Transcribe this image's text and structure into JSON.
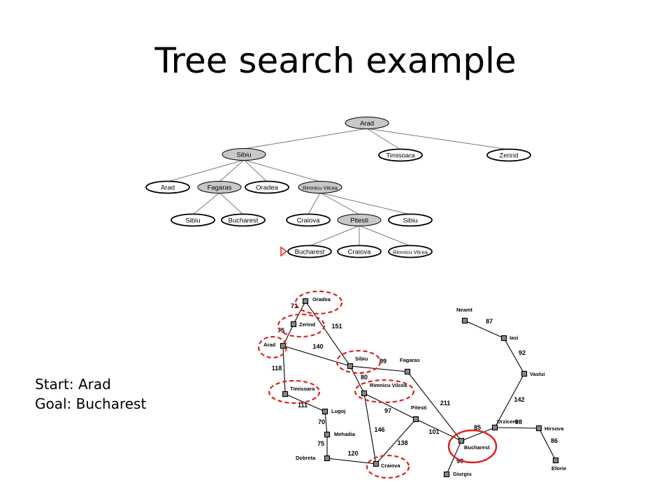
{
  "title": "Tree search example",
  "info": {
    "start": "Start: Arad",
    "goal": "Goal: Bucharest"
  },
  "colors": {
    "expanded_fill": "#c8c8c8",
    "unexpanded_fill": "#ffffff",
    "highlight": "#e0201b",
    "line": "#7a7a7a"
  },
  "tree": {
    "nodes": [
      {
        "id": "n1",
        "label": "Arad",
        "expanded": true
      },
      {
        "id": "n2",
        "label": "Sibiu",
        "expanded": true
      },
      {
        "id": "n3",
        "label": "Timisoara",
        "expanded": false
      },
      {
        "id": "n4",
        "label": "Zerind",
        "expanded": false
      },
      {
        "id": "n5",
        "label": "Arad",
        "expanded": false
      },
      {
        "id": "n6",
        "label": "Fagaras",
        "expanded": true
      },
      {
        "id": "n7",
        "label": "Oradea",
        "expanded": false
      },
      {
        "id": "n8",
        "label": "Rimnicu Vilcea",
        "expanded": true
      },
      {
        "id": "n9",
        "label": "Sibiu",
        "expanded": false
      },
      {
        "id": "n10",
        "label": "Bucharest",
        "expanded": false
      },
      {
        "id": "n11",
        "label": "Craiova",
        "expanded": false
      },
      {
        "id": "n12",
        "label": "Pitesti",
        "expanded": true
      },
      {
        "id": "n13",
        "label": "Sibiu",
        "expanded": false
      },
      {
        "id": "n14",
        "label": "Bucharest",
        "expanded": false,
        "goal_marker": true
      },
      {
        "id": "n15",
        "label": "Craiova",
        "expanded": false
      },
      {
        "id": "n16",
        "label": "Rimnicu Vilcea",
        "expanded": false
      }
    ],
    "edges": [
      [
        "n1",
        "n2"
      ],
      [
        "n1",
        "n3"
      ],
      [
        "n1",
        "n4"
      ],
      [
        "n2",
        "n5"
      ],
      [
        "n2",
        "n6"
      ],
      [
        "n2",
        "n7"
      ],
      [
        "n2",
        "n8"
      ],
      [
        "n6",
        "n9"
      ],
      [
        "n6",
        "n10"
      ],
      [
        "n8",
        "n11"
      ],
      [
        "n8",
        "n12"
      ],
      [
        "n8",
        "n13"
      ],
      [
        "n12",
        "n14"
      ],
      [
        "n12",
        "n15"
      ],
      [
        "n12",
        "n16"
      ]
    ]
  },
  "map": {
    "cities": [
      {
        "id": "oradea",
        "label": "Oradea",
        "highlight": "dashed"
      },
      {
        "id": "zerind",
        "label": "Zerind",
        "highlight": "dashed"
      },
      {
        "id": "arad",
        "label": "Arad",
        "highlight": "dashed"
      },
      {
        "id": "timisoara",
        "label": "Timisoara",
        "highlight": "dashed"
      },
      {
        "id": "lugoj",
        "label": "Lugoj",
        "highlight": "none"
      },
      {
        "id": "mehadia",
        "label": "Mehadia",
        "highlight": "none"
      },
      {
        "id": "dobreta",
        "label": "Dobreta",
        "highlight": "none"
      },
      {
        "id": "sibiu",
        "label": "Sibiu",
        "highlight": "dashed"
      },
      {
        "id": "rimnicu",
        "label": "Rimnicu Vilcea",
        "highlight": "dashed"
      },
      {
        "id": "fagaras",
        "label": "Fagaras",
        "highlight": "none"
      },
      {
        "id": "pitesti",
        "label": "Pitesti",
        "highlight": "none"
      },
      {
        "id": "craiova",
        "label": "Craiova",
        "highlight": "dashed"
      },
      {
        "id": "bucharest",
        "label": "Bucharest",
        "highlight": "solid"
      },
      {
        "id": "giurgiu",
        "label": "Giurgiu",
        "highlight": "none"
      },
      {
        "id": "urziceni",
        "label": "Urziceni",
        "highlight": "none"
      },
      {
        "id": "hirsova",
        "label": "Hirsova",
        "highlight": "none"
      },
      {
        "id": "eforie",
        "label": "Eforie",
        "highlight": "none"
      },
      {
        "id": "vaslui",
        "label": "Vaslui",
        "highlight": "none"
      },
      {
        "id": "iasi",
        "label": "Iasi",
        "highlight": "none"
      },
      {
        "id": "neamt",
        "label": "Neamt",
        "highlight": "none"
      }
    ],
    "roads": [
      {
        "a": "oradea",
        "b": "zerind",
        "distance": "71"
      },
      {
        "a": "oradea",
        "b": "sibiu",
        "distance": "151"
      },
      {
        "a": "zerind",
        "b": "arad",
        "distance": "75"
      },
      {
        "a": "arad",
        "b": "sibiu",
        "distance": "140"
      },
      {
        "a": "arad",
        "b": "timisoara",
        "distance": "118"
      },
      {
        "a": "timisoara",
        "b": "lugoj",
        "distance": "111"
      },
      {
        "a": "lugoj",
        "b": "mehadia",
        "distance": "70"
      },
      {
        "a": "mehadia",
        "b": "dobreta",
        "distance": "75"
      },
      {
        "a": "dobreta",
        "b": "craiova",
        "distance": "120"
      },
      {
        "a": "sibiu",
        "b": "fagaras",
        "distance": "99"
      },
      {
        "a": "sibiu",
        "b": "rimnicu",
        "distance": "80"
      },
      {
        "a": "rimnicu",
        "b": "pitesti",
        "distance": "97"
      },
      {
        "a": "rimnicu",
        "b": "craiova",
        "distance": "146"
      },
      {
        "a": "craiova",
        "b": "pitesti",
        "distance": "138"
      },
      {
        "a": "fagaras",
        "b": "bucharest",
        "distance": "211"
      },
      {
        "a": "pitesti",
        "b": "bucharest",
        "distance": "101"
      },
      {
        "a": "bucharest",
        "b": "giurgiu",
        "distance": "90"
      },
      {
        "a": "bucharest",
        "b": "urziceni",
        "distance": "85"
      },
      {
        "a": "urziceni",
        "b": "hirsova",
        "distance": "98"
      },
      {
        "a": "hirsova",
        "b": "eforie",
        "distance": "86"
      },
      {
        "a": "urziceni",
        "b": "vaslui",
        "distance": "142"
      },
      {
        "a": "vaslui",
        "b": "iasi",
        "distance": "92"
      },
      {
        "a": "iasi",
        "b": "neamt",
        "distance": "87"
      }
    ]
  }
}
